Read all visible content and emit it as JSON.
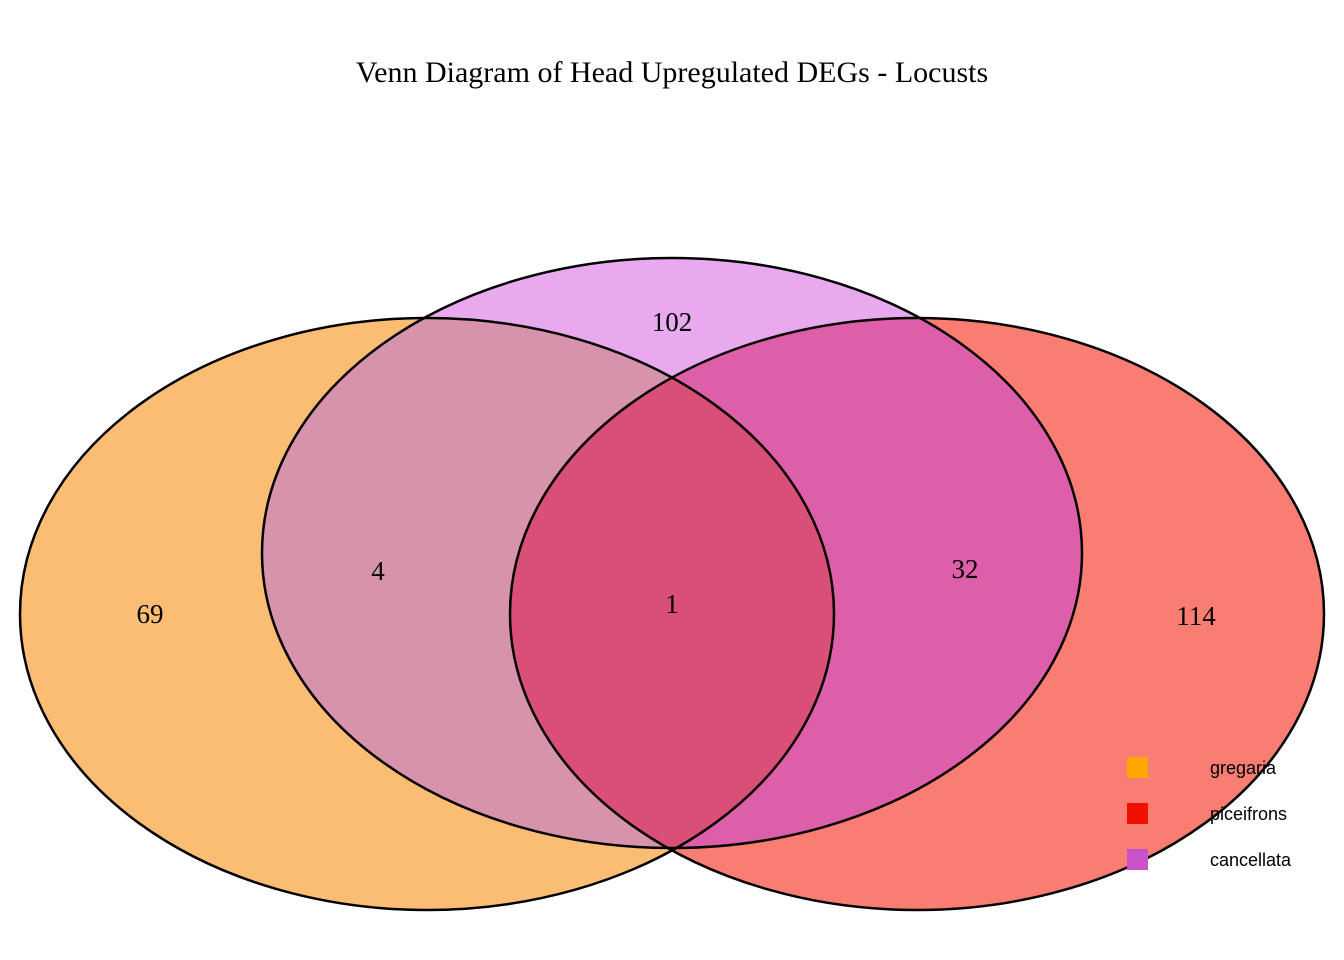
{
  "title": "Venn Diagram of Head Upregulated DEGs - Locusts",
  "chart_data": {
    "type": "venn",
    "title": "Venn Diagram of Head Upregulated DEGs - Locusts",
    "sets": [
      {
        "name": "gregaria",
        "total_unique": 69,
        "color": "#FFA500"
      },
      {
        "name": "piceifrons",
        "total_unique": 114,
        "color": "#EE1100"
      },
      {
        "name": "cancellata",
        "total_unique": 102,
        "color": "#C853C8"
      }
    ],
    "regions": [
      {
        "sets": [
          "gregaria"
        ],
        "value": 69
      },
      {
        "sets": [
          "piceifrons"
        ],
        "value": 114
      },
      {
        "sets": [
          "cancellata"
        ],
        "value": 102
      },
      {
        "sets": [
          "gregaria",
          "cancellata"
        ],
        "value": 4
      },
      {
        "sets": [
          "piceifrons",
          "cancellata"
        ],
        "value": 32
      },
      {
        "sets": [
          "gregaria",
          "piceifrons",
          "cancellata"
        ],
        "value": 1
      }
    ],
    "region_colors": {
      "gregaria_only": "#FBBD74",
      "piceifrons_only": "#F97D72",
      "cancellata_only": "#E8A9EF",
      "gregaria_cancellata": "#D893AC",
      "piceifrons_cancellata": "#DE5FA9",
      "all_three": "#D94F77",
      "outline": "#000000"
    },
    "legend": [
      {
        "label": "gregaria",
        "color": "#FFA500"
      },
      {
        "label": "piceifrons",
        "color": "#EE1100"
      },
      {
        "label": "cancellata",
        "color": "#C853C8"
      }
    ],
    "legend_position": "bottom-right",
    "grid": false
  }
}
